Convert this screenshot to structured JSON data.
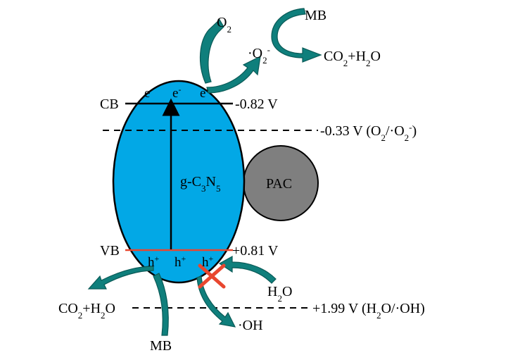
{
  "diagram": {
    "colors": {
      "particle": "#02a8e6",
      "pac": "#7f7f7f",
      "arrow": "#0f7f7c",
      "vb_line": "#e8472f",
      "cross": "#e8472f"
    },
    "labels": {
      "cb": "CB",
      "vb": "VB",
      "cb_potential": "-0.82 V",
      "vb_potential": "+0.81 V",
      "o2_potential_level": "-0.33 V (O",
      "o2_potential_level_a": "2",
      "o2_potential_level_b": "/·O",
      "o2_potential_level_c": "2",
      "o2_potential_level_d": "-",
      "o2_potential_level_e": ")",
      "oh_potential": "+1.99 V (H",
      "oh_potential_a": "2",
      "oh_potential_b": "O/·OH)",
      "electron": "e",
      "electron_sup": "-",
      "hole": "h",
      "hole_sup": "+",
      "material_a": "g-C",
      "material_b": "3",
      "material_c": "N",
      "material_d": "5",
      "pac": "PAC",
      "o2": "O",
      "o2_sub": "2",
      "superoxide_a": "·O",
      "superoxide_b": "2",
      "superoxide_c": "-",
      "mb_top": "MB",
      "mb_bottom": "MB",
      "products_top_a": "CO",
      "products_top_b": "2",
      "products_top_c": "+H",
      "products_top_d": "2",
      "products_top_e": "O",
      "products_bottom_a": "CO",
      "products_bottom_b": "2",
      "products_bottom_c": "+H",
      "products_bottom_d": "2",
      "products_bottom_e": "O",
      "water_a": "H",
      "water_b": "2",
      "water_c": "O",
      "hydroxyl": "·OH"
    }
  }
}
